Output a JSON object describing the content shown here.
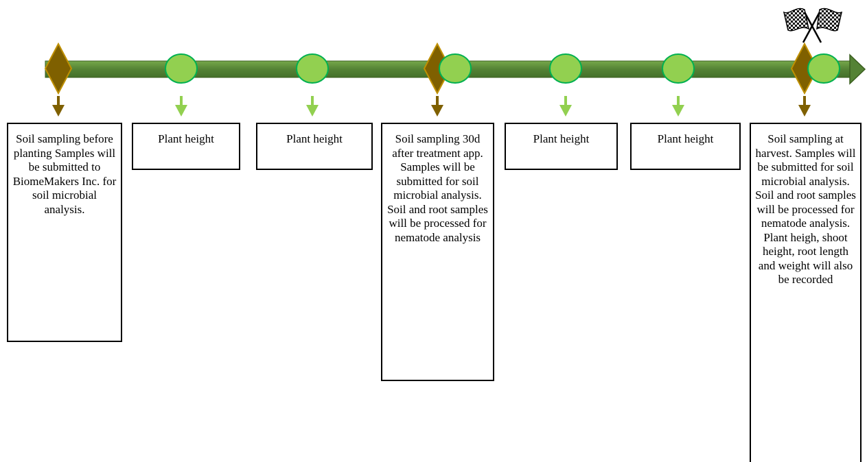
{
  "colors": {
    "timeline_bar": "#548235",
    "timeline_bar_light": "#70ad47",
    "timeline_bar_border": "#3a5e1f",
    "soil_marker": "#7f6000",
    "soil_marker_border": "#bf9000",
    "height_marker": "#92d050",
    "height_marker_border": "#00b050",
    "soil_arrow": "#7f6000",
    "height_arrow": "#92d050",
    "box_border": "#000000"
  },
  "icons": {
    "finish": "checkered-flags-icon",
    "soil_event": "diamond-marker-icon",
    "height_event": "circle-marker-icon"
  },
  "events": [
    {
      "kind": "soil",
      "text": "Soil sampling before planting Samples will be submitted to BiomeMakers Inc. for soil microbial analysis."
    },
    {
      "kind": "height",
      "text": "Plant height"
    },
    {
      "kind": "height",
      "text": "Plant height"
    },
    {
      "kind": "soil",
      "text": "Soil sampling 30d after treatment app. Samples will be submitted for soil microbial analysis. Soil and root samples will be processed for nematode analysis"
    },
    {
      "kind": "height",
      "text": "Plant height"
    },
    {
      "kind": "height",
      "text": "Plant height"
    },
    {
      "kind": "soil",
      "text": "Soil sampling at harvest. Samples will be submitted for soil microbial analysis. Soil and root samples will be processed for nematode analysis. Plant heigh, shoot height, root length and weight will also be recorded"
    }
  ]
}
